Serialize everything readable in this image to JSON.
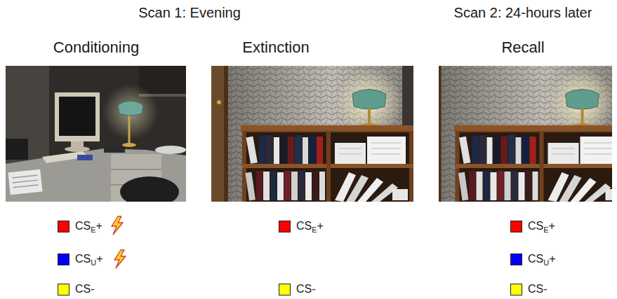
{
  "diagram": {
    "labels": [
      "Scan 1: Evening",
      "Scan 2: 24-hours later",
      "Conditioning",
      "Extinction",
      "Recall"
    ],
    "legend": [
      {
        "text": "CSE+",
        "color": "#ff0000"
      },
      {
        "text": "CSU+",
        "color": "#0000ff"
      },
      {
        "text": "CS-",
        "color": "#ffff00"
      },
      {
        "text": "CSE+",
        "color": "#ff0000"
      },
      {
        "text": "CS-",
        "color": "#ffff00"
      },
      {
        "text": "CSE+",
        "color": "#ff0000"
      },
      {
        "text": "CSU+",
        "color": "#0000ff"
      },
      {
        "text": "CS-",
        "color": "#ffff00"
      }
    ]
  }
}
